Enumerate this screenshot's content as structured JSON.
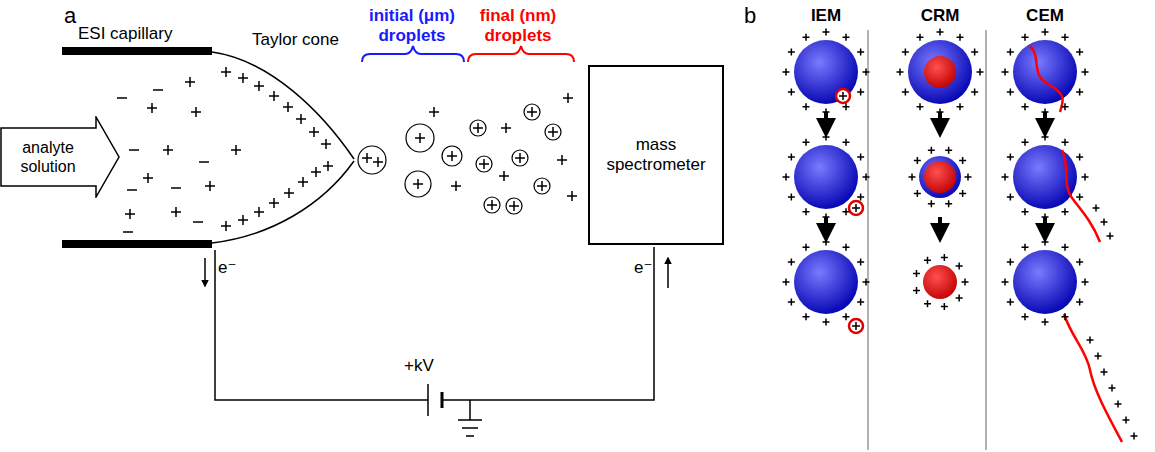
{
  "diagram": {
    "nodes": [
      {
        "text": [
          "analyte solution"
        ]
      },
      {
        "text": [
          "mass spectrometer"
        ]
      }
    ],
    "labels": [
      "a",
      "ESI capillary",
      "Taylor cone",
      "initial (μm) droplets",
      "final (nm) droplets",
      "e⁻",
      "e⁻",
      "+kV",
      "b",
      "IEM",
      "CRM",
      "CEM"
    ]
  }
}
